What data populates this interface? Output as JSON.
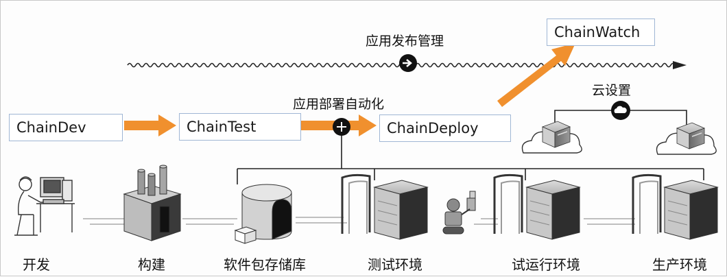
{
  "tools": {
    "chaindev": "ChainDev",
    "chaintest": "ChainTest",
    "chaindeploy": "ChainDeploy",
    "chainwatch": "ChainWatch"
  },
  "labels": {
    "release_management": "应用发布管理",
    "auto_deploy": "应用部署自动化",
    "cloud_setup": "云设置"
  },
  "stages": [
    "开发",
    "构建",
    "软件包存储库",
    "测试环境",
    "试运行环境",
    "生产环境"
  ],
  "colors": {
    "arrow": "#f0902e",
    "box_border": "#9fb6d4",
    "line": "#2a2a2a"
  }
}
